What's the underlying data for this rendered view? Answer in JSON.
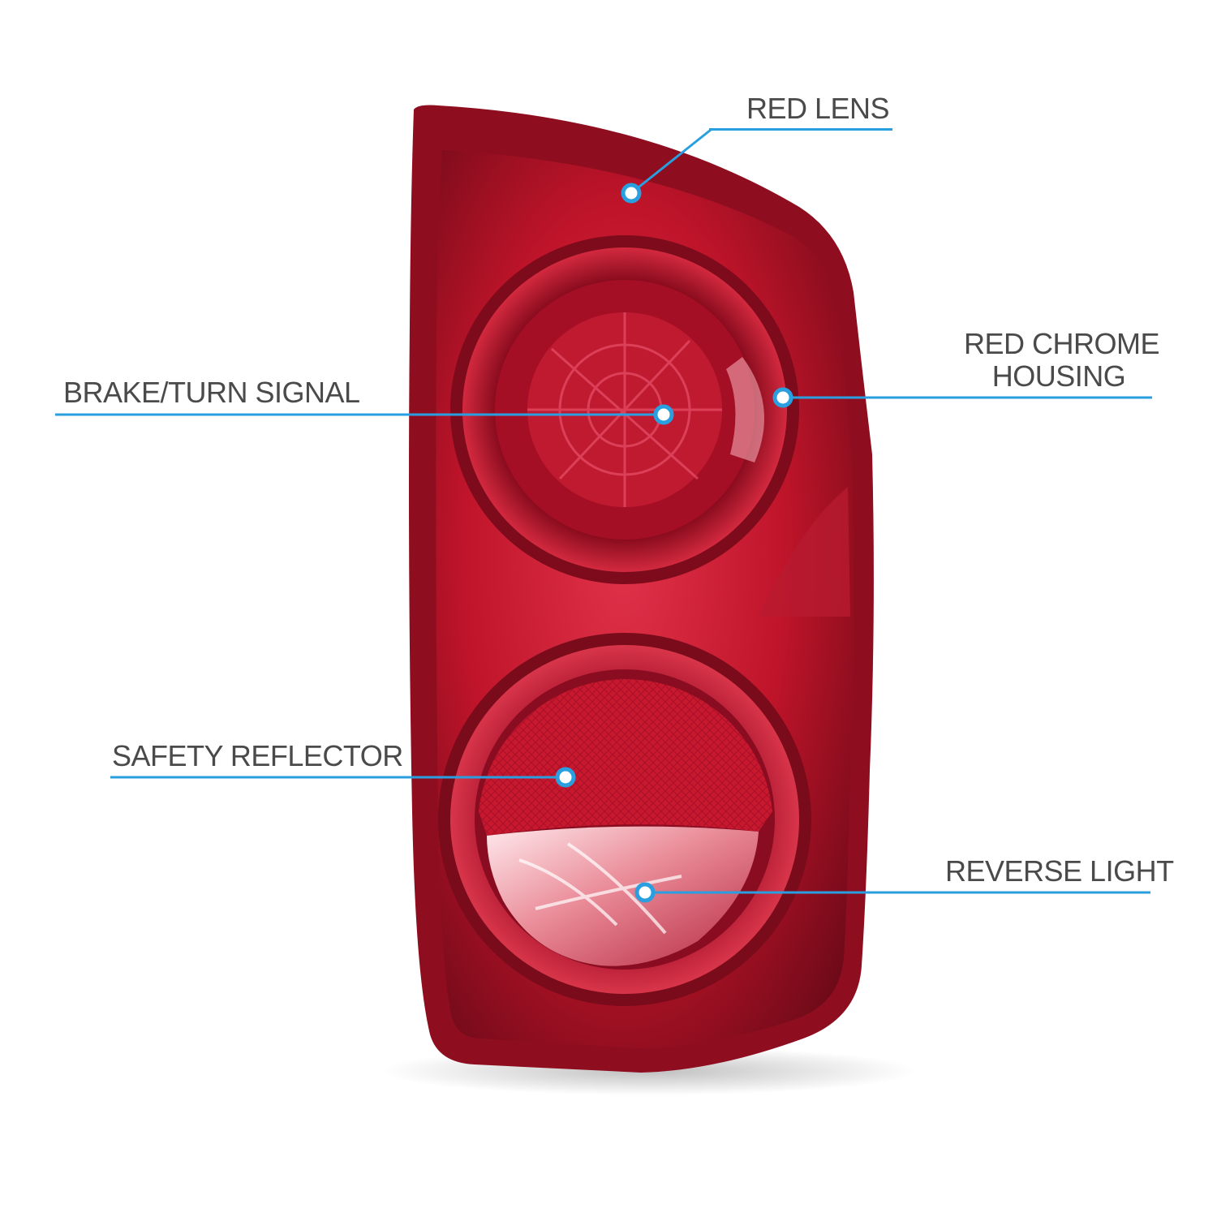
{
  "colors": {
    "accent": "#2a9fe0",
    "label_text": "#4a4a4a",
    "lens_red": "#c0142a",
    "lens_dark": "#7a0d1c",
    "background": "#ffffff"
  },
  "callouts": [
    {
      "id": "red-lens",
      "label": "RED LENS"
    },
    {
      "id": "red-chrome-housing",
      "label_lines": [
        "RED CHROME",
        "HOUSING"
      ]
    },
    {
      "id": "brake-turn-signal",
      "label": "BRAKE/TURN SIGNAL"
    },
    {
      "id": "safety-reflector",
      "label": "SAFETY REFLECTOR"
    },
    {
      "id": "reverse-light",
      "label": "REVERSE LIGHT"
    }
  ]
}
